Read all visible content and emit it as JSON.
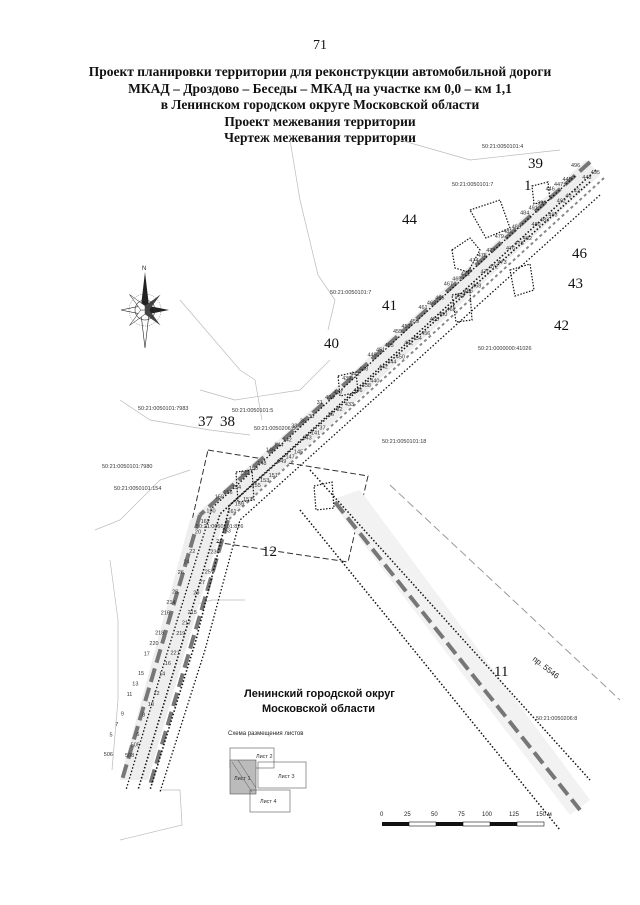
{
  "page_number": "71",
  "title_lines": [
    "Проект планировки территории для реконструкции автомобильной дороги",
    "МКАД – Дроздово – Беседы – МКАД на участке км 0,0 – км 1,1",
    "в Ленинском городском округе Московской области",
    "Проект межевания территории",
    "Чертеж межевания территории"
  ],
  "region_label": [
    "Ленинский городской округ",
    "Московской области"
  ],
  "road_label": "пр. 5546",
  "compass_label": "N",
  "inset": {
    "title": "Схема размещения листов",
    "sheets": [
      "Лист 1",
      "Лист 2",
      "Лист 3",
      "Лист 4"
    ]
  },
  "scale": {
    "ticks": [
      "0",
      "25",
      "50",
      "75",
      "100",
      "125",
      "150 м"
    ]
  },
  "cadastral_numbers": [
    "50:21:0050101:4",
    "50:21:0050101:7",
    "50:21:0050101:7",
    "50:21:0050101:7983",
    "50:21:0050101:5",
    "50:21:0050206:86",
    "50:21:0050101:18",
    "50:21:0050101:7980",
    "50:21:0050101:154",
    "50:21:0050101:826",
    "50:21:0000000:41026",
    "50:21:0050206:8"
  ],
  "parcel_numbers": [
    "39",
    "1",
    "44",
    "46",
    "43",
    "42",
    "41",
    "40",
    "37",
    "38",
    "12",
    "11"
  ],
  "point_numbers": [
    "496",
    "495",
    "445",
    "448",
    "447",
    "42",
    "446",
    "40",
    "39",
    "492",
    "491",
    "493",
    "484",
    "483",
    "488",
    "480",
    "481",
    "482",
    "479",
    "478",
    "477",
    "476",
    "475",
    "473",
    "474",
    "472",
    "471",
    "470",
    "469",
    "468",
    "467",
    "466",
    "465",
    "464",
    "463",
    "462",
    "461",
    "460",
    "459",
    "458",
    "457",
    "456",
    "455",
    "454",
    "453",
    "452",
    "451",
    "450",
    "449",
    "444",
    "443",
    "442",
    "441",
    "440",
    "439",
    "438",
    "437",
    "436",
    "434",
    "433",
    "31",
    "32",
    "30",
    "35",
    "36",
    "37",
    "38",
    "141",
    "142",
    "143",
    "144",
    "145",
    "146",
    "147",
    "148",
    "149",
    "150",
    "151",
    "152",
    "153",
    "154",
    "155",
    "156",
    "157",
    "158",
    "159",
    "160",
    "161",
    "162",
    "163",
    "20",
    "21",
    "22",
    "23",
    "24",
    "25",
    "26",
    "27",
    "28",
    "29",
    "214",
    "215",
    "216",
    "217",
    "218",
    "219",
    "220",
    "221",
    "17",
    "16",
    "15",
    "14",
    "13",
    "12",
    "11",
    "10",
    "9",
    "8",
    "7",
    "6",
    "5",
    "505",
    "506",
    "508"
  ]
}
